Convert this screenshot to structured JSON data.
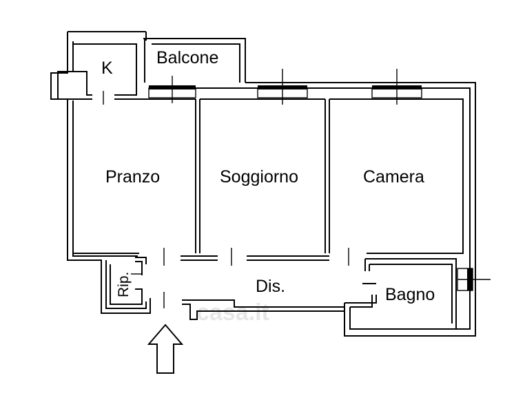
{
  "rooms": {
    "kitchen": "K",
    "balcony": "Balcone",
    "dining": "Pranzo",
    "living": "Soggiorno",
    "bedroom": "Camera",
    "storage": "Rip.",
    "hall": "Dis.",
    "bathroom": "Bagno"
  },
  "watermark": "casa.it",
  "icons": {
    "entrance": "entrance-arrow-icon"
  },
  "colors": {
    "line": "#000000",
    "background": "#ffffff",
    "watermark": "#e6e6e6"
  }
}
